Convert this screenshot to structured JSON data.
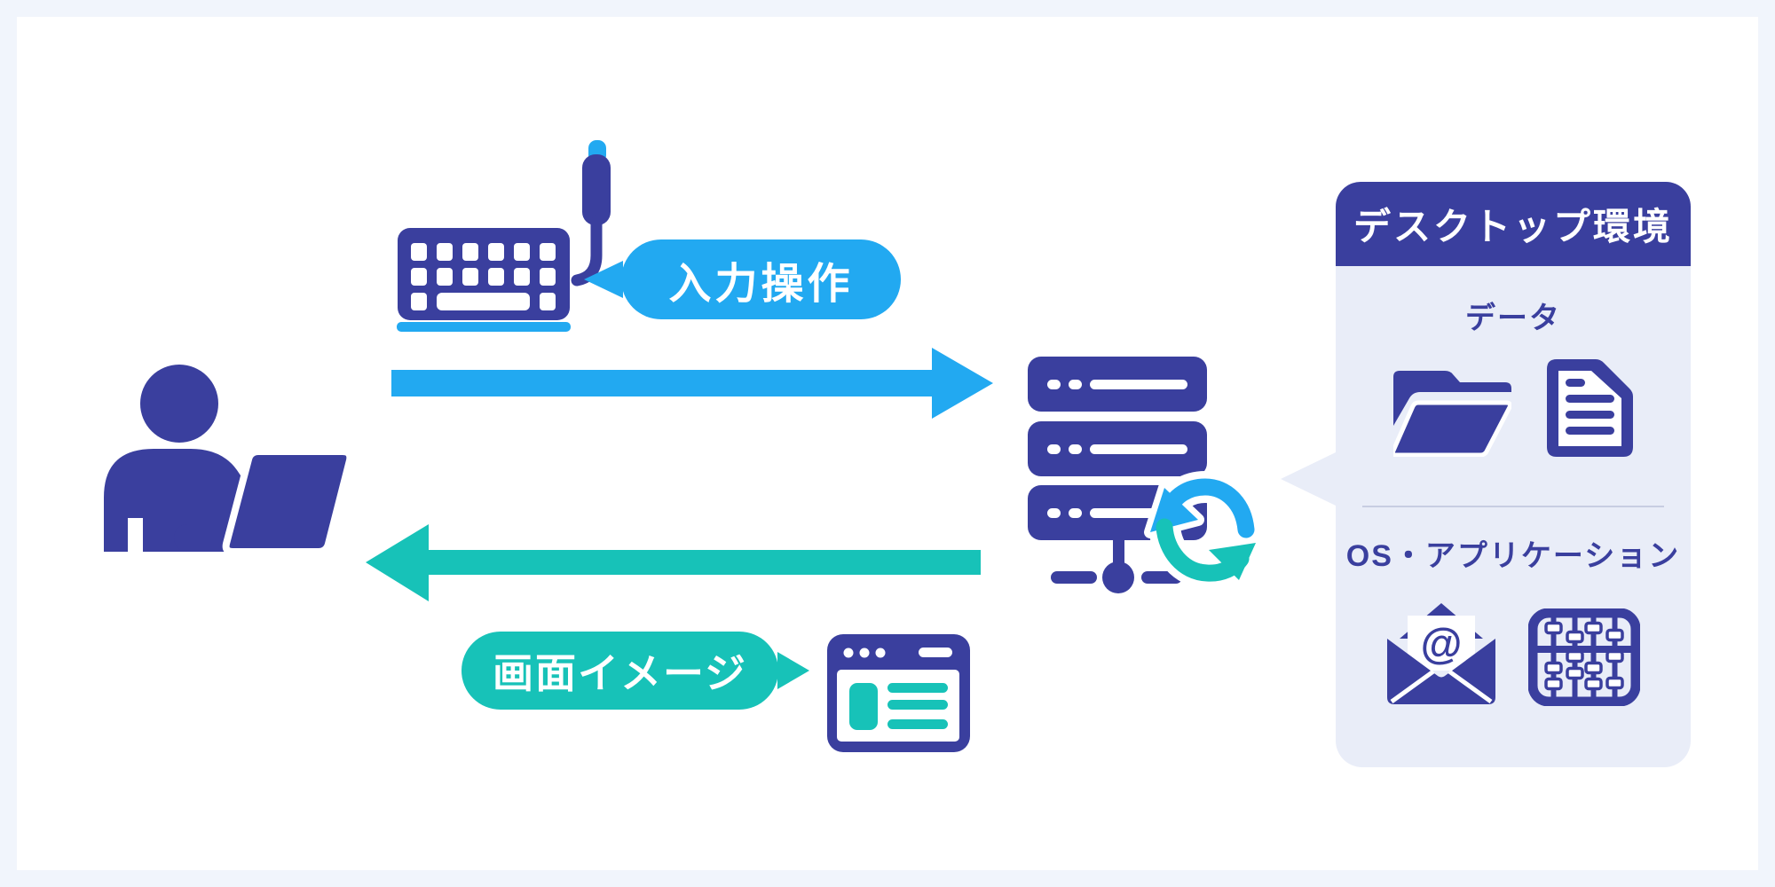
{
  "colors": {
    "indigo": "#3A3F9E",
    "blue": "#22A9F1",
    "teal": "#17C2B8",
    "panel_body": "#E9EDF8",
    "outer_frame": "#F1F5FC",
    "canvas": "#FFFFFF",
    "divider": "#C7CDE2"
  },
  "bubbles": {
    "input": {
      "label": "入力操作",
      "color": "#22A9F1",
      "points_to": "keyboard"
    },
    "screen": {
      "label": "画面イメージ",
      "color": "#17C2B8",
      "points_to": "browser-window"
    }
  },
  "arrows": {
    "to_server": {
      "direction": "right",
      "color": "#22A9F1"
    },
    "to_user": {
      "direction": "left",
      "color": "#17C2B8"
    }
  },
  "panel": {
    "title": "デスクトップ環境",
    "sections": [
      {
        "label": "データ",
        "icons": [
          "open-folder-icon",
          "document-icon"
        ]
      },
      {
        "label": "OS・アプリケーション",
        "icons": [
          "email-icon",
          "abacus-icon"
        ]
      }
    ]
  },
  "email_at_symbol": "@",
  "icons": {
    "left": "person-at-laptop-icon",
    "top": "keyboard-with-cable-icon",
    "center": "server-stack-icon",
    "center_overlay": "sync-arrows-icon",
    "bottom": "browser-window-icon"
  }
}
